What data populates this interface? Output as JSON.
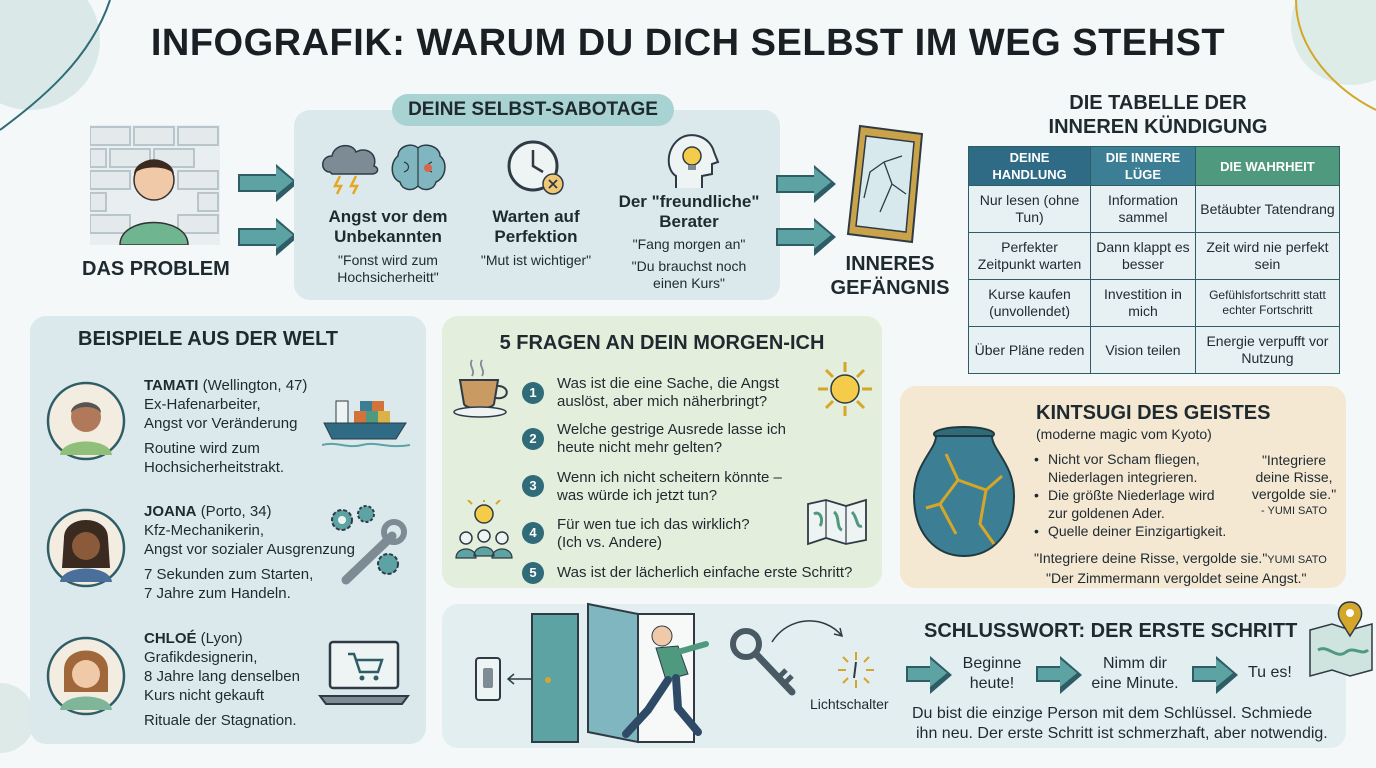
{
  "title": "INFOGRAFIK: WARUM DU DICH SELBST IM WEG STEHST",
  "problem": {
    "label": "DAS PROBLEM"
  },
  "sabotage": {
    "heading": "DEINE SELBST-SABOTAGE",
    "items": [
      {
        "title": "Angst vor dem Unbekannten",
        "quote": "\"Fonst wird zum Hochsicherheitt\""
      },
      {
        "title": "Warten auf Perfektion",
        "quote": "\"Mut ist wichtiger\""
      },
      {
        "title": "Der \"freundliche\" Berater",
        "quote1": "\"Fang morgen an\"",
        "quote2": "\"Du brauchst noch einen Kurs\""
      }
    ]
  },
  "prison": {
    "label": "INNERES GEFÄNGNIS"
  },
  "table": {
    "heading_line1": "DIE TABELLE DER",
    "heading_line2": "INNEREN KÜNDIGUNG",
    "columns": [
      "DEINE HANDLUNG",
      "DIE INNERE LÜGE",
      "DIE WAHRHEIT"
    ],
    "rows": [
      [
        "Nur lesen (ohne Tun)",
        "Information sammel",
        "Betäubter Tatendrang"
      ],
      [
        "Perfekter Zeitpunkt warten",
        "Dann klappt es besser",
        "Zeit wird nie perfekt sein"
      ],
      [
        "Kurse kaufen (unvollendet)",
        "Investition in mich",
        "Gefühlsfortschritt statt echter Fortschritt"
      ],
      [
        "Über Pläne reden",
        "Vision teilen",
        "Energie verpufft vor Nutzung"
      ]
    ]
  },
  "examples": {
    "heading": "BEISPIELE AUS DER WELT",
    "people": [
      {
        "name": "TAMATI",
        "meta": "(Wellington, 47)",
        "line1": "Ex-Hafenarbeiter,",
        "line2": "Angst vor Veränderung",
        "line3": "Routine wird zum",
        "line4": "Hochsicherheitstrakt."
      },
      {
        "name": "JOANA",
        "meta": "(Porto, 34)",
        "line1": "Kfz-Mechanikerin,",
        "line2": "Angst vor sozialer Ausgrenzung",
        "line3": "7 Sekunden zum Starten,",
        "line4": "7 Jahre zum Handeln."
      },
      {
        "name": "CHLOÉ",
        "meta": "(Lyon)",
        "line1": "Grafikdesignerin,",
        "line2": "8 Jahre lang denselben",
        "line3": "Kurs nicht gekauft",
        "line4": "Rituale der Stagnation."
      }
    ]
  },
  "questions": {
    "heading": "5 FRAGEN AN DEIN MORGEN-ICH",
    "items": [
      {
        "n": "1",
        "l1": "Was ist die eine Sache, die Angst",
        "l2": "auslöst, aber mich näherbringt?"
      },
      {
        "n": "2",
        "l1": "Welche gestrige Ausrede lasse ich",
        "l2": "heute nicht mehr gelten?"
      },
      {
        "n": "3",
        "l1": "Wenn ich nicht scheitern könnte –",
        "l2": "was würde ich jetzt tun?"
      },
      {
        "n": "4",
        "l1": "Für wen tue ich das wirklich?",
        "l2": "(Ich vs. Andere)"
      },
      {
        "n": "5",
        "l1": "Was ist der lächerlich einfache erste Schritt?",
        "l2": ""
      }
    ]
  },
  "kintsugi": {
    "heading": "KINTSUGI DES GEISTES",
    "subtitle": "(moderne magic vom Kyoto)",
    "bullets": [
      {
        "l1": "Nicht vor Scham fliegen,",
        "l2": "Niederlagen integrieren."
      },
      {
        "l1": "Die größte Niederlage wird",
        "l2": "zur goldenen Ader."
      },
      {
        "l1": "Quelle deiner Einzigartigkeit.",
        "l2": ""
      }
    ],
    "side_quote_l1": "\"Integriere",
    "side_quote_l2": "deine Risse,",
    "side_quote_l3": "vergolde sie.\"",
    "side_author": "- YUMI SATO",
    "quote1": "\"Integriere deine Risse, vergolde sie.\"",
    "quote1_author": "YUMI SATO",
    "quote2": "\"Der Zimmermann vergoldet seine Angst.\""
  },
  "conclusion": {
    "heading": "SCHLUSSWORT: DER ERSTE SCHRITT",
    "switch_label": "Lichtschalter",
    "steps": [
      {
        "l1": "Beginne",
        "l2": "heute!"
      },
      {
        "l1": "Nimm dir",
        "l2": "eine Minute."
      },
      {
        "l1": "Tu es!",
        "l2": ""
      }
    ],
    "footer_l1": "Du bist die einzige Person mit dem Schlüssel. Schmiede",
    "footer_l2": "ihn neu. Der erste Schritt ist schmerzhaft, aber notwendig."
  },
  "colors": {
    "teal_dark": "#2f5d66",
    "teal": "#5ea3a3",
    "table_head_1": "#2f6b85",
    "table_head_2": "#3c7f94",
    "table_head_3": "#4f9a7e",
    "gold": "#d4a62a"
  },
  "icons": [
    "brick-wall-icon",
    "storm-cloud-icon",
    "brain-icon",
    "clock-icon",
    "lightbulb-head-icon",
    "broken-mirror-icon",
    "ship-icon",
    "gears-wrench-icon",
    "laptop-cart-icon",
    "coffee-icon",
    "sun-icon",
    "team-idea-icon",
    "map-icon",
    "kintsugi-vase-icon",
    "door-runner-icon",
    "key-icon",
    "light-switch-icon",
    "location-map-icon"
  ]
}
